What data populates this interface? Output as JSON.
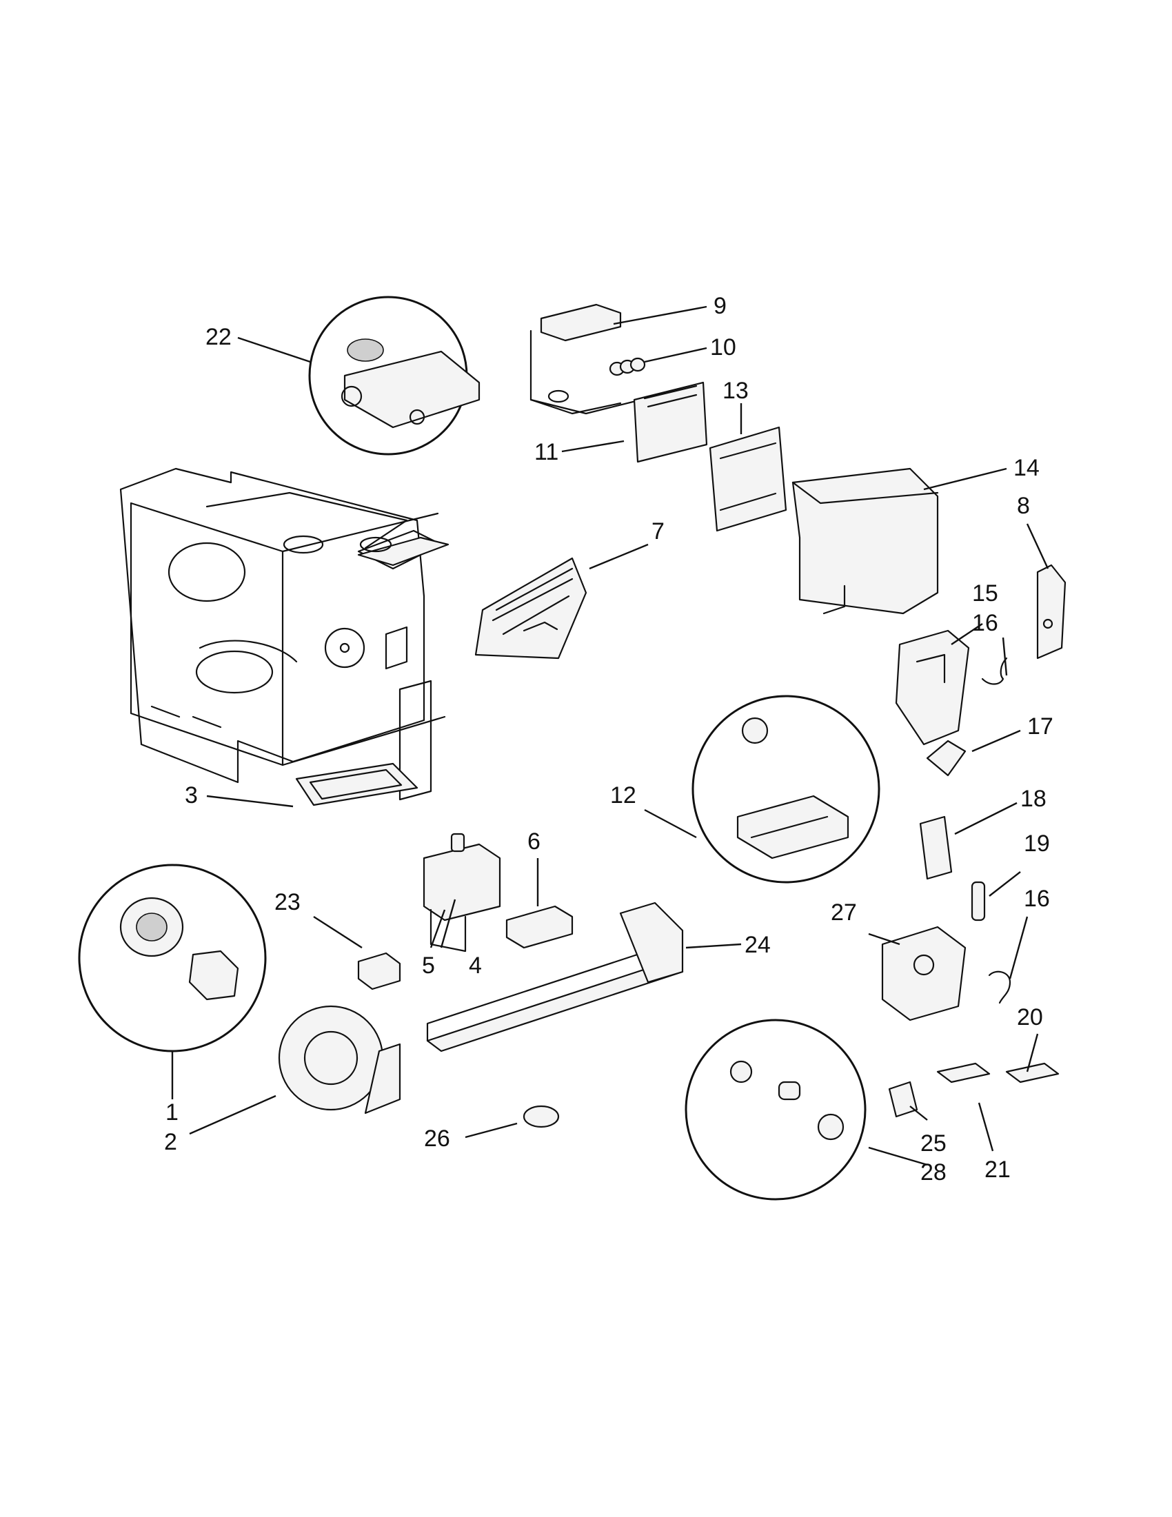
{
  "callouts": [
    {
      "id": "c1",
      "label": "1"
    },
    {
      "id": "c2",
      "label": "2"
    },
    {
      "id": "c3",
      "label": "3"
    },
    {
      "id": "c4",
      "label": "4"
    },
    {
      "id": "c5",
      "label": "5"
    },
    {
      "id": "c6",
      "label": "6"
    },
    {
      "id": "c7",
      "label": "7"
    },
    {
      "id": "c8",
      "label": "8"
    },
    {
      "id": "c9",
      "label": "9"
    },
    {
      "id": "c10",
      "label": "10"
    },
    {
      "id": "c11",
      "label": "11"
    },
    {
      "id": "c12",
      "label": "12"
    },
    {
      "id": "c13",
      "label": "13"
    },
    {
      "id": "c14",
      "label": "14"
    },
    {
      "id": "c15",
      "label": "15"
    },
    {
      "id": "c16a",
      "label": "16"
    },
    {
      "id": "c16b",
      "label": "16"
    },
    {
      "id": "c17",
      "label": "17"
    },
    {
      "id": "c18",
      "label": "18"
    },
    {
      "id": "c19",
      "label": "19"
    },
    {
      "id": "c20",
      "label": "20"
    },
    {
      "id": "c21",
      "label": "21"
    },
    {
      "id": "c22",
      "label": "22"
    },
    {
      "id": "c23",
      "label": "23"
    },
    {
      "id": "c24",
      "label": "24"
    },
    {
      "id": "c25",
      "label": "25"
    },
    {
      "id": "c26",
      "label": "26"
    },
    {
      "id": "c27",
      "label": "27"
    },
    {
      "id": "c28",
      "label": "28"
    }
  ]
}
